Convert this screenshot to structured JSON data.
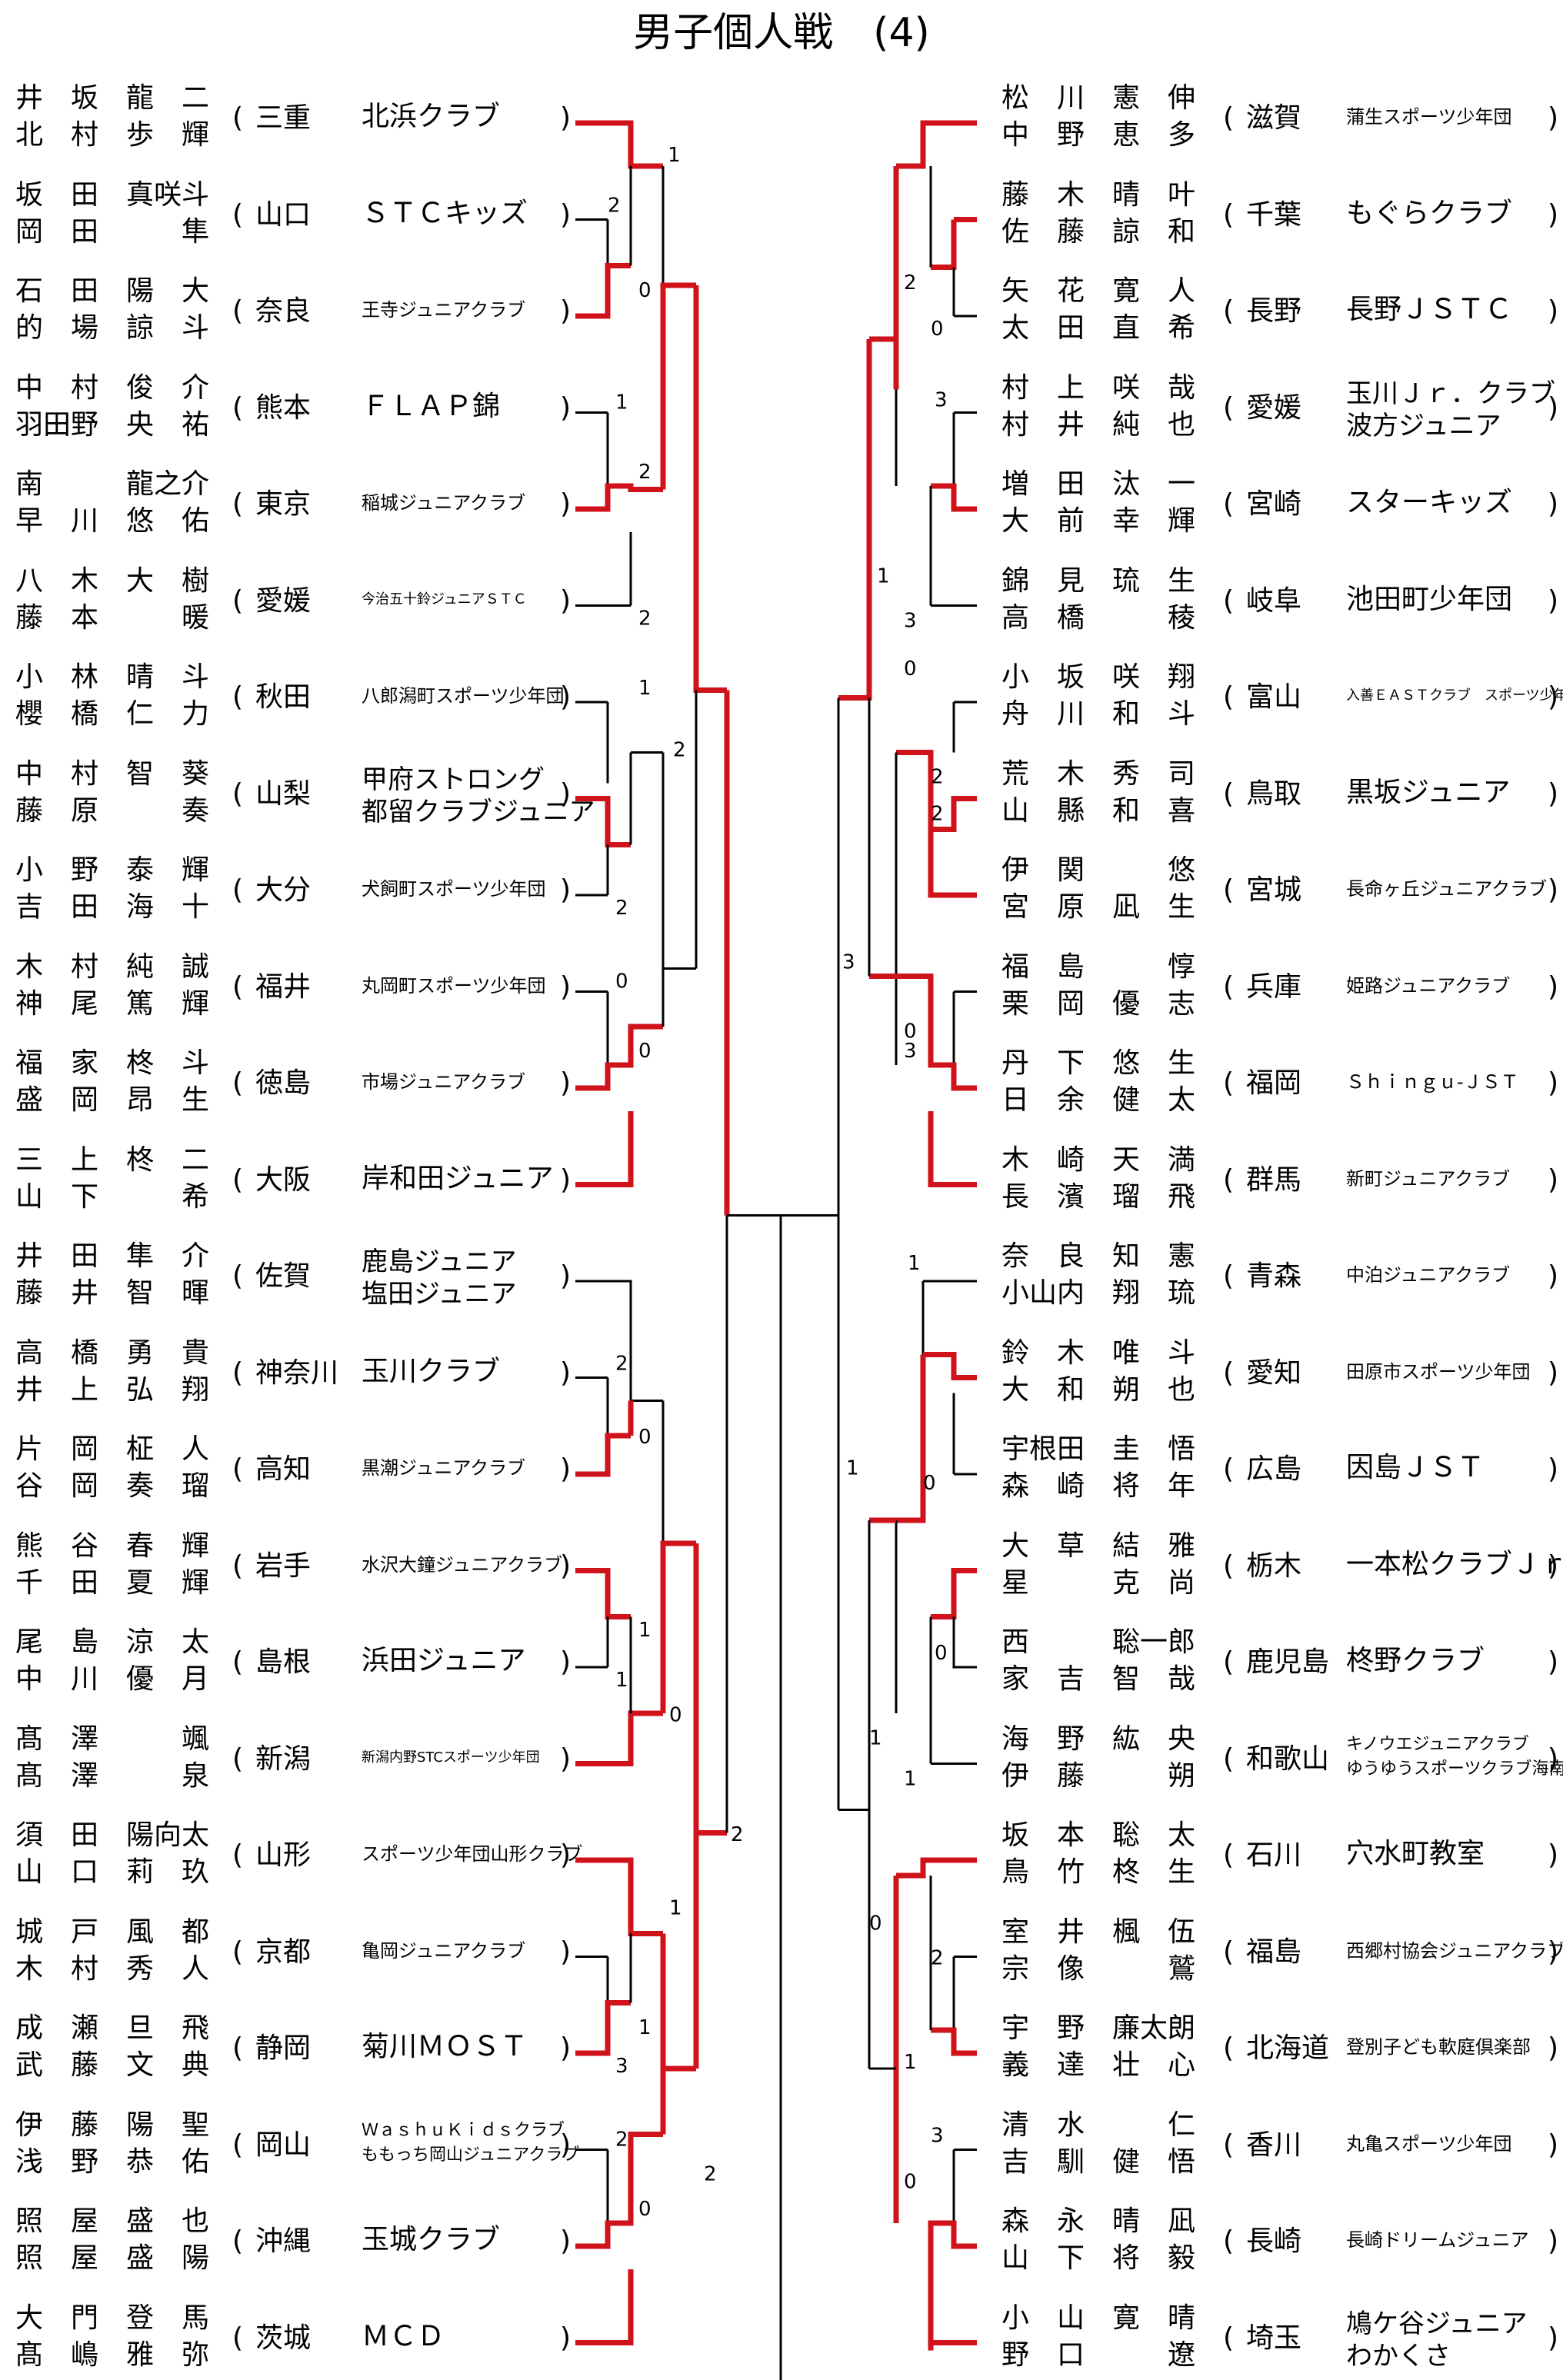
{
  "title": "男子個人戦　(4)",
  "left": [
    {
      "p1": "井　坂　龍　二",
      "p2": "北　村　歩　輝",
      "pref": "三重",
      "club": [
        "北浜クラブ"
      ],
      "size": "n"
    },
    {
      "p1": "坂　田　真咲斗",
      "p2": "岡　田　　　隼",
      "pref": "山口",
      "club": [
        "ＳＴＣキッズ"
      ],
      "size": "n"
    },
    {
      "p1": "石　田　陽　大",
      "p2": "的　場　諒　斗",
      "pref": "奈良",
      "club": [
        "王寺ジュニアクラブ"
      ],
      "size": "s"
    },
    {
      "p1": "中　村　俊　介",
      "p2": "羽田野　央　祐",
      "pref": "熊本",
      "club": [
        "ＦＬＡＰ錦"
      ],
      "size": "n"
    },
    {
      "p1": "南　　　龍之介",
      "p2": "早　川　悠　佑",
      "pref": "東京",
      "club": [
        "稲城ジュニアクラブ"
      ],
      "size": "s"
    },
    {
      "p1": "八　木　大　樹",
      "p2": "藤　本　　　暖",
      "pref": "愛媛",
      "club": [
        "今治五十鈴ジュニアＳＴＣ"
      ],
      "size": "t"
    },
    {
      "p1": "小　林　晴　斗",
      "p2": "櫻　橋　仁　力",
      "pref": "秋田",
      "club": [
        "八郎潟町スポーツ少年団"
      ],
      "size": "s"
    },
    {
      "p1": "中　村　智　葵",
      "p2": "藤　原　　　奏",
      "pref": "山梨",
      "club": [
        "甲府ストロング",
        "都留クラブジュニア"
      ],
      "size": "n2"
    },
    {
      "p1": "小　野　泰　輝",
      "p2": "吉　田　海　十",
      "pref": "大分",
      "club": [
        "犬飼町スポーツ少年団"
      ],
      "size": "s"
    },
    {
      "p1": "木　村　純　誠",
      "p2": "神　尾　篤　輝",
      "pref": "福井",
      "club": [
        "丸岡町スポーツ少年団"
      ],
      "size": "s"
    },
    {
      "p1": "福　家　柊　斗",
      "p2": "盛　岡　昂　生",
      "pref": "徳島",
      "club": [
        "市場ジュニアクラブ"
      ],
      "size": "s"
    },
    {
      "p1": "三　上　柊　二",
      "p2": "山　下　　　希",
      "pref": "大阪",
      "club": [
        "岸和田ジュニア"
      ],
      "size": "n"
    },
    {
      "p1": "井　田　隼　介",
      "p2": "藤　井　智　暉",
      "pref": "佐賀",
      "club": [
        "鹿島ジュニア",
        "塩田ジュニア"
      ],
      "size": "n2"
    },
    {
      "p1": "高　橋　勇　貴",
      "p2": "井　上　弘　翔",
      "pref": "神奈川",
      "club": [
        "玉川クラブ"
      ],
      "size": "n"
    },
    {
      "p1": "片　岡　柾　人",
      "p2": "谷　岡　奏　瑠",
      "pref": "高知",
      "club": [
        "黒潮ジュニアクラブ"
      ],
      "size": "s"
    },
    {
      "p1": "熊　谷　春　輝",
      "p2": "千　田　夏　輝",
      "pref": "岩手",
      "club": [
        "水沢大鐘ジュニアクラブ"
      ],
      "size": "s"
    },
    {
      "p1": "尾　島　涼　太",
      "p2": "中　川　優　月",
      "pref": "島根",
      "club": [
        "浜田ジュニア"
      ],
      "size": "n"
    },
    {
      "p1": "髙　澤　　　颯",
      "p2": "髙　澤　　　泉",
      "pref": "新潟",
      "club": [
        "新潟内野STCスポーツ少年団"
      ],
      "size": "t"
    },
    {
      "p1": "須　田　陽向太",
      "p2": "山　口　莉　玖",
      "pref": "山形",
      "club": [
        "スポーツ少年団山形クラブ"
      ],
      "size": "s"
    },
    {
      "p1": "城　戸　風　都",
      "p2": "木　村　秀　人",
      "pref": "京都",
      "club": [
        "亀岡ジュニアクラブ"
      ],
      "size": "s"
    },
    {
      "p1": "成　瀬　旦　飛",
      "p2": "武　藤　文　典",
      "pref": "静岡",
      "club": [
        "菊川ＭＯＳＴ"
      ],
      "size": "n"
    },
    {
      "p1": "伊　藤　陽　聖",
      "p2": "浅　野　恭　佑",
      "pref": "岡山",
      "club": [
        "ＷａｓｈｕＫｉｄｓクラブ",
        "ももっち岡山ジュニアクラブ"
      ],
      "size": "s2"
    },
    {
      "p1": "照　屋　盛　也",
      "p2": "照　屋　盛　陽",
      "pref": "沖縄",
      "club": [
        "玉城クラブ"
      ],
      "size": "n"
    },
    {
      "p1": "大　門　登　馬",
      "p2": "髙　嶋　雅　弥",
      "pref": "茨城",
      "club": [
        "ＭＣＤ"
      ],
      "size": "n"
    }
  ],
  "right": [
    {
      "p1": "松　川　憲　伸",
      "p2": "中　野　恵　多",
      "pref": "滋賀",
      "club": [
        "蒲生スポーツ少年団"
      ],
      "size": "s"
    },
    {
      "p1": "藤　木　晴　叶",
      "p2": "佐　藤　諒　和",
      "pref": "千葉",
      "club": [
        "もぐらクラブ"
      ],
      "size": "n"
    },
    {
      "p1": "矢　花　寛　人",
      "p2": "太　田　直　希",
      "pref": "長野",
      "club": [
        "長野ＪＳＴＣ"
      ],
      "size": "n"
    },
    {
      "p1": "村　上　咲　哉",
      "p2": "村　井　純　也",
      "pref": "愛媛",
      "club": [
        "玉川Ｊｒ．クラブ",
        "波方ジュニア"
      ],
      "size": "n2"
    },
    {
      "p1": "増　田　汰　一",
      "p2": "大　前　幸　輝",
      "pref": "宮崎",
      "club": [
        "スターキッズ"
      ],
      "size": "n"
    },
    {
      "p1": "錦　見　琉　生",
      "p2": "高　橋　　　稜",
      "pref": "岐阜",
      "club": [
        "池田町少年団"
      ],
      "size": "n"
    },
    {
      "p1": "小　坂　咲　翔",
      "p2": "舟　川　和　斗",
      "pref": "富山",
      "club": [
        "入善ＥＡＳＴクラブ　スポーツ少年団"
      ],
      "size": "t"
    },
    {
      "p1": "荒　木　秀　司",
      "p2": "山　縣　和　喜",
      "pref": "鳥取",
      "club": [
        "黒坂ジュニア"
      ],
      "size": "n"
    },
    {
      "p1": "伊　関　　　悠",
      "p2": "宮　原　凪　生",
      "pref": "宮城",
      "club": [
        "長命ヶ丘ジュニアクラブ"
      ],
      "size": "s"
    },
    {
      "p1": "福　島　　　惇",
      "p2": "栗　岡　優　志",
      "pref": "兵庫",
      "club": [
        "姫路ジュニアクラブ"
      ],
      "size": "s"
    },
    {
      "p1": "丹　下　悠　生",
      "p2": "日　余　健　太",
      "pref": "福岡",
      "club": [
        "Ｓｈｉｎｇｕ-ＪＳＴ"
      ],
      "size": "s"
    },
    {
      "p1": "木　崎　天　満",
      "p2": "長　濱　瑠　飛",
      "pref": "群馬",
      "club": [
        "新町ジュニアクラブ"
      ],
      "size": "s"
    },
    {
      "p1": "奈　良　知　憲",
      "p2": "小山内　翔　琉",
      "pref": "青森",
      "club": [
        "中泊ジュニアクラブ"
      ],
      "size": "s"
    },
    {
      "p1": "鈴　木　唯　斗",
      "p2": "大　和　朔　也",
      "pref": "愛知",
      "club": [
        "田原市スポーツ少年団"
      ],
      "size": "s"
    },
    {
      "p1": "宇根田　圭　悟",
      "p2": "森　崎　将　年",
      "pref": "広島",
      "club": [
        "因島ＪＳＴ"
      ],
      "size": "n"
    },
    {
      "p1": "大　草　結　雅",
      "p2": "星　　　克　尚",
      "pref": "栃木",
      "club": [
        "一本松クラブＪｒ"
      ],
      "size": "n"
    },
    {
      "p1": "西　　　聡一郎",
      "p2": "家　吉　智　哉",
      "pref": "鹿児島",
      "club": [
        "柊野クラブ"
      ],
      "size": "n"
    },
    {
      "p1": "海　野　紘　央",
      "p2": "伊　藤　　　朔",
      "pref": "和歌山",
      "club": [
        "キノウエジュニアクラブ",
        "ゆうゆうスポーツクラブ海南"
      ],
      "size": "s2"
    },
    {
      "p1": "坂　本　聡　太",
      "p2": "鳥　竹　柊　生",
      "pref": "石川",
      "club": [
        "穴水町教室"
      ],
      "size": "n"
    },
    {
      "p1": "室　井　楓　伍",
      "p2": "宗　像　　　鷲",
      "pref": "福島",
      "club": [
        "西郷村協会ジュニアクラブ"
      ],
      "size": "s"
    },
    {
      "p1": "宇　野　廉太朗",
      "p2": "義　達　壮　心",
      "pref": "北海道",
      "club": [
        "登別子ども軟庭倶楽部"
      ],
      "size": "s"
    },
    {
      "p1": "清　水　　　仁",
      "p2": "吉　馴　健　悟",
      "pref": "香川",
      "club": [
        "丸亀スポーツ少年団"
      ],
      "size": "s"
    },
    {
      "p1": "森　永　晴　凪",
      "p2": "山　下　将　毅",
      "pref": "長崎",
      "club": [
        "長崎ドリームジュニア"
      ],
      "size": "s"
    },
    {
      "p1": "小　山　寛　晴",
      "p2": "野　口　　　遼",
      "pref": "埼玉",
      "club": [
        "鳩ケ谷ジュニア",
        "わかくさ"
      ],
      "size": "n2"
    }
  ],
  "left_scores": [
    {
      "v": "1"
    },
    {
      "v": "2"
    },
    {
      "v": "0"
    },
    {
      "v": "1"
    },
    {
      "v": "2"
    },
    {
      "v": "2"
    },
    {
      "v": "1"
    },
    {
      "v": "2"
    },
    {
      "v": "2"
    },
    {
      "v": "0"
    },
    {
      "v": "0"
    },
    {
      "v": "2"
    },
    {
      "v": "0"
    },
    {
      "v": "1"
    },
    {
      "v": "1"
    },
    {
      "v": "0"
    },
    {
      "v": "1"
    },
    {
      "v": "1"
    },
    {
      "v": "3"
    },
    {
      "v": "2"
    },
    {
      "v": "0"
    },
    {
      "v": "2"
    },
    {
      "v": "2"
    }
  ],
  "right_scores": [
    {
      "v": "2"
    },
    {
      "v": "0"
    },
    {
      "v": "3"
    },
    {
      "v": "1"
    },
    {
      "v": "3"
    },
    {
      "v": "2"
    },
    {
      "v": "0"
    },
    {
      "v": "2"
    },
    {
      "v": "0"
    },
    {
      "v": "3"
    },
    {
      "v": "3"
    },
    {
      "v": "1"
    },
    {
      "v": "0"
    },
    {
      "v": "1"
    },
    {
      "v": "0"
    },
    {
      "v": "1"
    },
    {
      "v": "1"
    },
    {
      "v": "0"
    },
    {
      "v": "2"
    },
    {
      "v": "1"
    },
    {
      "v": "3"
    },
    {
      "v": "0"
    }
  ],
  "colors": {
    "win": "#d0121b",
    "line": "#000000"
  }
}
